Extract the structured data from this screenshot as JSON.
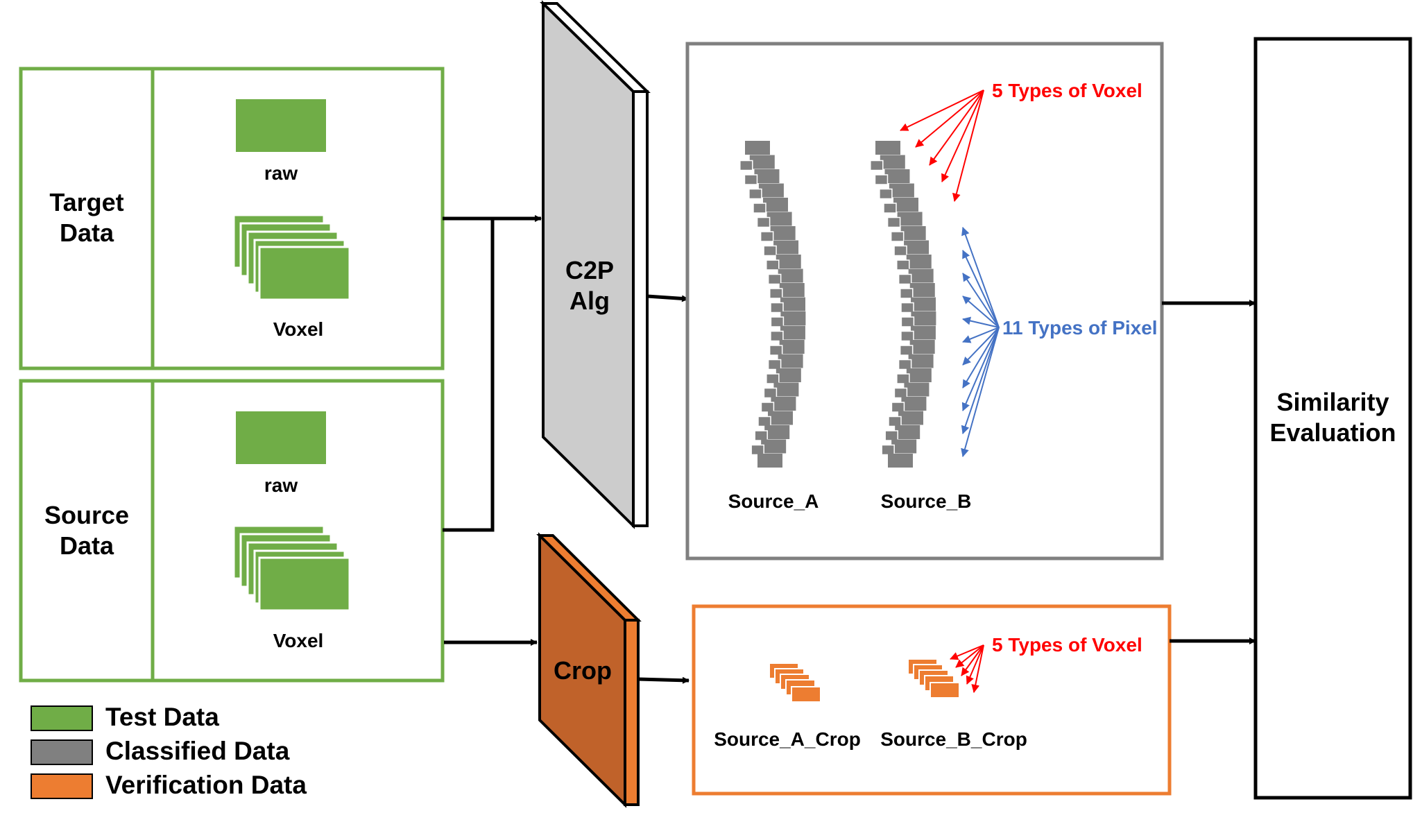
{
  "colors": {
    "test_green": "#70ad47",
    "classified_gray": "#808080",
    "verification_orange": "#ed7d31",
    "crop_fill": "#c0622a",
    "c2p_fill": "#cccccc",
    "voxel_arrow_red": "#ff0000",
    "pixel_arrow_blue": "#4472c4"
  },
  "inputs": {
    "target": {
      "title_line1": "Target",
      "title_line2": "Data",
      "raw_label": "raw",
      "voxel_label": "Voxel"
    },
    "source": {
      "title_line1": "Source",
      "title_line2": "Data",
      "raw_label": "raw",
      "voxel_label": "Voxel"
    }
  },
  "processes": {
    "c2p": {
      "line1": "C2P",
      "line2": "Alg"
    },
    "crop": {
      "label": "Crop"
    }
  },
  "classified": {
    "voxel_types_label": "5 Types of Voxel",
    "pixel_types_label": "11 Types of Pixel",
    "source_a_label": "Source_A",
    "source_b_label": "Source_B"
  },
  "verification": {
    "voxel_types_label": "5 Types of Voxel",
    "source_a_crop_label": "Source_A_Crop",
    "source_b_crop_label": "Source_B_Crop"
  },
  "evaluation": {
    "line1": "Similarity",
    "line2": "Evaluation"
  },
  "legend": [
    {
      "label": "Test Data",
      "color": "#70ad47"
    },
    {
      "label": "Classified Data",
      "color": "#808080"
    },
    {
      "label": "Verification Data",
      "color": "#ed7d31"
    }
  ]
}
